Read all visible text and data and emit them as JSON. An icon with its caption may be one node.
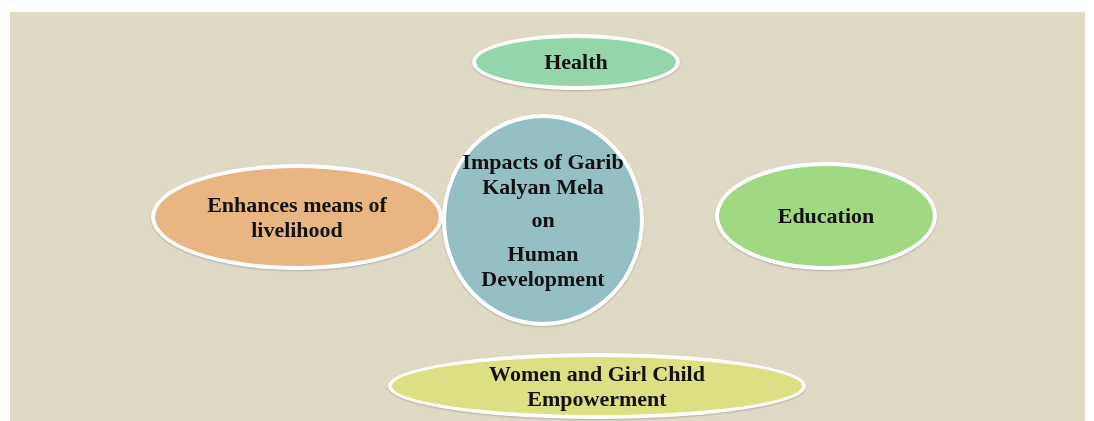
{
  "diagram": {
    "nodes": [
      {
        "text": [
          "Health"
        ]
      },
      {
        "text": [
          "Enhances means of livelihood"
        ]
      },
      {
        "text": [
          "Impacts of Garib Kalyan Mela",
          "on",
          "Human Development"
        ]
      },
      {
        "text": [
          "Education"
        ]
      },
      {
        "text": [
          "Women and Girl Child Empowerment"
        ]
      }
    ]
  }
}
